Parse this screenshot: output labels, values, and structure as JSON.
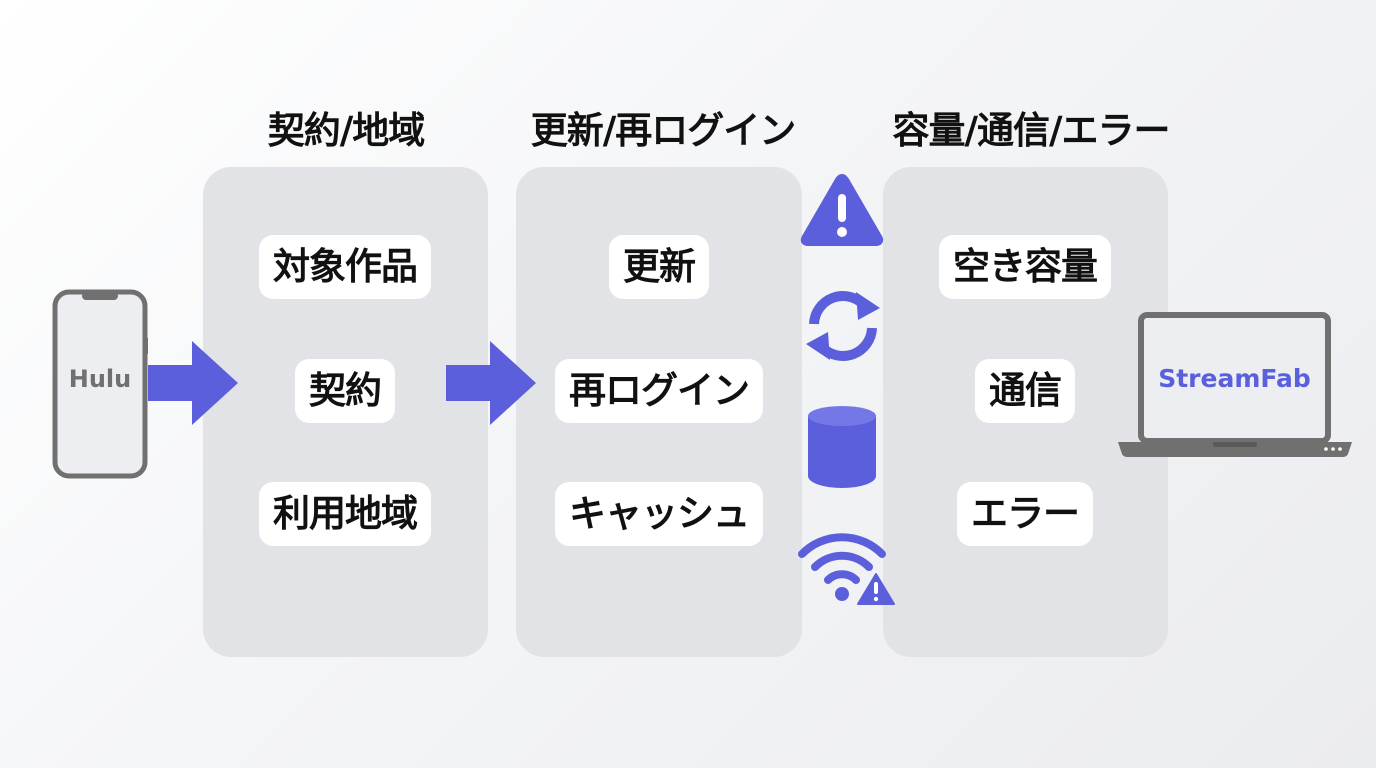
{
  "colors": {
    "accent": "#5b5fdb",
    "panel": "#e2e3e6",
    "device": "#6f6f6f"
  },
  "source_device": {
    "label": "Hulu",
    "icon": "smartphone-icon"
  },
  "target_device": {
    "label": "StreamFab",
    "icon": "laptop-icon"
  },
  "columns": [
    {
      "heading": "契約/地域",
      "items": [
        "対象作品",
        "契約",
        "利用地域"
      ]
    },
    {
      "heading": "更新/再ログイン",
      "items": [
        "更新",
        "再ログイン",
        "キャッシュ"
      ]
    },
    {
      "heading": "容量/通信/エラー",
      "items": [
        "空き容量",
        "通信",
        "エラー"
      ]
    }
  ],
  "status_icons": [
    "warning-icon",
    "refresh-icon",
    "storage-icon",
    "wifi-warning-icon"
  ]
}
